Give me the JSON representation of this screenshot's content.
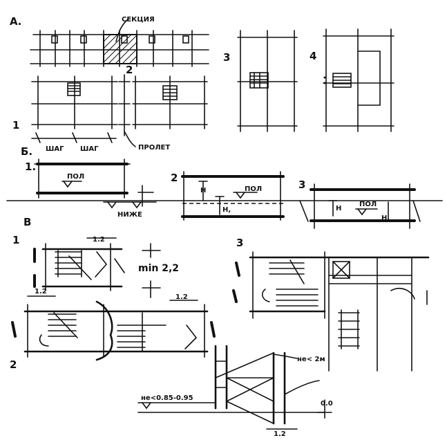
{
  "sections": {
    "a": "А.",
    "b": "Б.",
    "v": "В"
  },
  "labels": {
    "sekciya": "СЕКЦИЯ",
    "proljot": "ПРОЛЕТ",
    "shag1": "ШАГ",
    "shag2": "ШАГ",
    "pol1": "ПОЛ",
    "pol2": "ПОЛ",
    "pol3": "ПОЛ",
    "nizhe": "НИЖЕ",
    "h1": "Н",
    "h1sub": "Н,",
    "h3": "Н",
    "h3sub": "Н,",
    "ne2m": "не< 2м",
    "ne085": "не<0.85-0.95",
    "dim12a": "1.2",
    "dim12b": "1.2",
    "dim12c": "1.2",
    "dim12d": "1.2",
    "min22": "min 2,2",
    "zero": "0.0"
  },
  "numbers": {
    "a1": "1",
    "a2": "2",
    "a3": "3",
    "a4": "4",
    "b1": "1.",
    "b2": "2",
    "b3": "3",
    "v1": "1",
    "v2": "2",
    "v3": "3"
  }
}
